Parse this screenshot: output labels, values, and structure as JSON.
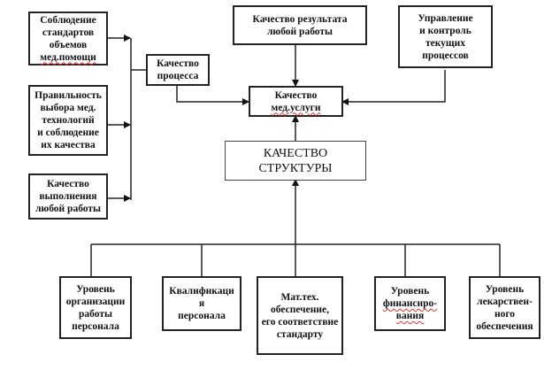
{
  "diagram": {
    "nodes": {
      "standards": {
        "lines": [
          "Соблюдение",
          "стандартов",
          "объемов",
          "мед.помощи"
        ]
      },
      "technology": {
        "lines": [
          "Правильность",
          "выбора мед.",
          "технологий",
          "и соблюдение",
          "их качества"
        ]
      },
      "work_execution": {
        "lines": [
          "Качество",
          "выполнения",
          "любой работы"
        ]
      },
      "process_quality": {
        "lines": [
          "Качество",
          "процесса"
        ]
      },
      "result_quality": {
        "lines": [
          "Качество результата",
          "любой работы"
        ]
      },
      "management": {
        "lines": [
          "Управление",
          "и контроль",
          "текущих",
          "процессов"
        ]
      },
      "service_quality": {
        "lines": [
          "Качество",
          "мед.услуги"
        ]
      },
      "structure_quality": {
        "lines": [
          "КАЧЕСТВО",
          "СТРУКТУРЫ"
        ]
      },
      "staff_organization": {
        "lines": [
          "Уровень",
          "организации",
          "работы",
          "персонала"
        ]
      },
      "staff_qualification": {
        "lines": [
          "Квалификаци",
          "я",
          "персонала"
        ]
      },
      "material_support": {
        "lines": [
          "Мат.тех.",
          "обеспечение,",
          "его соответствие",
          "стандарту"
        ]
      },
      "financing": {
        "lines": [
          "Уровень",
          "финансиро-",
          "вания"
        ]
      },
      "drug_supply": {
        "lines": [
          "Уровень",
          "лекарствен-",
          "ного",
          "обеспечения"
        ]
      }
    },
    "edges": [
      {
        "from": "standards",
        "to": "process_quality"
      },
      {
        "from": "technology",
        "to": "process_quality"
      },
      {
        "from": "work_execution",
        "to": "process_quality"
      },
      {
        "from": "process_quality",
        "to": "service_quality"
      },
      {
        "from": "result_quality",
        "to": "service_quality"
      },
      {
        "from": "management",
        "to": "service_quality"
      },
      {
        "from": "structure_quality",
        "to": "service_quality"
      },
      {
        "from": "staff_organization",
        "to": "structure_quality"
      },
      {
        "from": "staff_qualification",
        "to": "structure_quality"
      },
      {
        "from": "material_support",
        "to": "structure_quality"
      },
      {
        "from": "financing",
        "to": "structure_quality"
      },
      {
        "from": "drug_supply",
        "to": "structure_quality"
      }
    ],
    "colors": {
      "line": "#222222",
      "spellcheck": "#dd3333"
    }
  }
}
